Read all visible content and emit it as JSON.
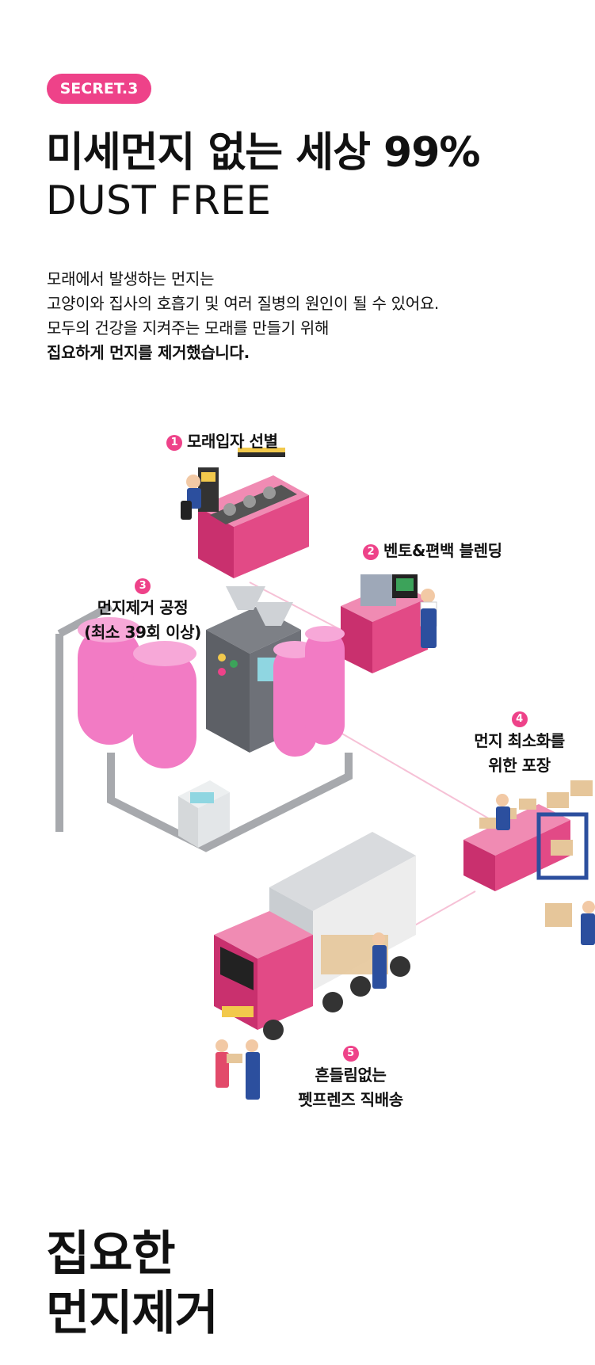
{
  "header": {
    "badge": "SECRET.3",
    "title": "미세먼지 없는 세상 99%",
    "subtitle": "DUST FREE"
  },
  "description": {
    "lines": [
      "모래에서 발생하는 먼지는",
      "고양이와 집사의 호흡기 및 여러 질병의 원인이 될 수 있어요.",
      "모두의 건강을 지켜주는 모래를 만들기 위해"
    ],
    "strong_line": "집요하게 먼지를 제거했습니다."
  },
  "steps": [
    {
      "number": "1",
      "lines": [
        "모래입자 선별"
      ]
    },
    {
      "number": "2",
      "lines": [
        "벤토&편백 블렌딩"
      ]
    },
    {
      "number": "3",
      "lines": [
        "먼지제거 공정",
        "(최소 39회 이상)"
      ]
    },
    {
      "number": "4",
      "lines": [
        "먼지 최소화를",
        "위한 포장"
      ]
    },
    {
      "number": "5",
      "lines": [
        "흔들림없는",
        "펫프렌즈 직배송"
      ]
    }
  ],
  "colors": {
    "accent": "#ee4289",
    "machine_pink": "#e24a86",
    "tank_pink": "#f27bc4",
    "pipe_gray": "#a7a9ad",
    "worker_blue": "#2c4f9e",
    "box_tan": "#e6c69a"
  },
  "footer": {
    "lines": [
      "집요한",
      "먼지제거"
    ]
  }
}
